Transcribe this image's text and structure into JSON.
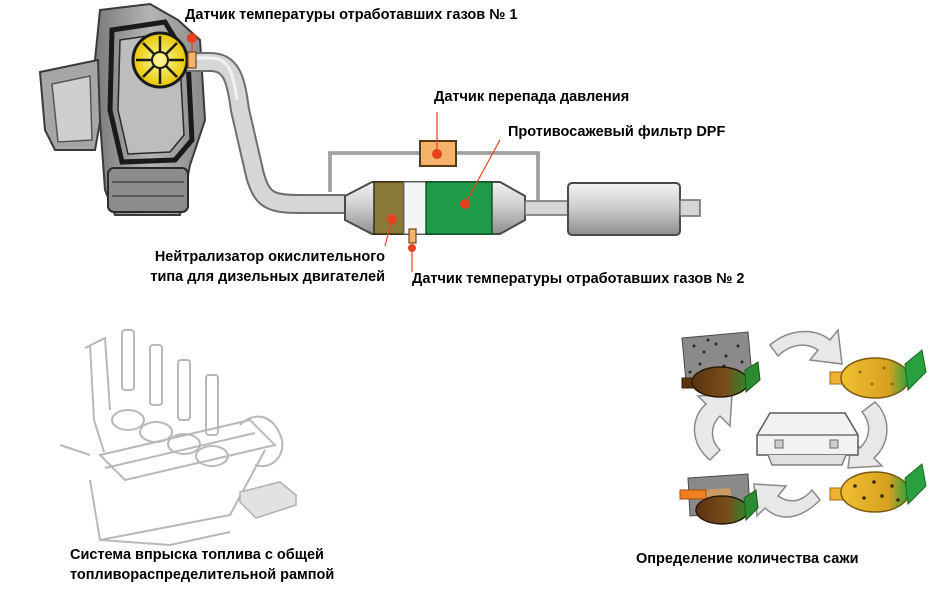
{
  "labels": {
    "temp_sensor_1": "Датчик температуры отработавших газов № 1",
    "pressure_sensor": "Датчик перепада давления",
    "dpf_filter": "Противосажевый фильтр DPF",
    "oxidation_cat_line1": "Нейтрализатор окислительного",
    "oxidation_cat_line2": "типа для дизельных двигателей",
    "temp_sensor_2": "Датчик температуры отработавших газов № 2",
    "common_rail_line1": "Система впрыска топлива с общей",
    "common_rail_line2": "топливораспределительной рампой",
    "soot_detection": "Определение количества сажи"
  },
  "colors": {
    "marker": "#e8401c",
    "oxidation_cat": "#8a7a3a",
    "dpf": "#1f9a4a",
    "sensor_box": "#f4b26a",
    "pipe": "#c8c8c8",
    "pipe_edge": "#6e6e6e",
    "engine": "#9a9a9a",
    "turbo": "#f6e21a",
    "arrow": "#e4e4e4"
  },
  "icons": [
    "engine-icon",
    "turbocharger-icon",
    "exhaust-pipe-icon",
    "oxidation-catalyst-icon",
    "dpf-icon",
    "pressure-sensor-icon",
    "temperature-sensor-icon",
    "muffler-icon",
    "common-rail-icon",
    "ecu-icon",
    "cycle-arrow-icon"
  ]
}
